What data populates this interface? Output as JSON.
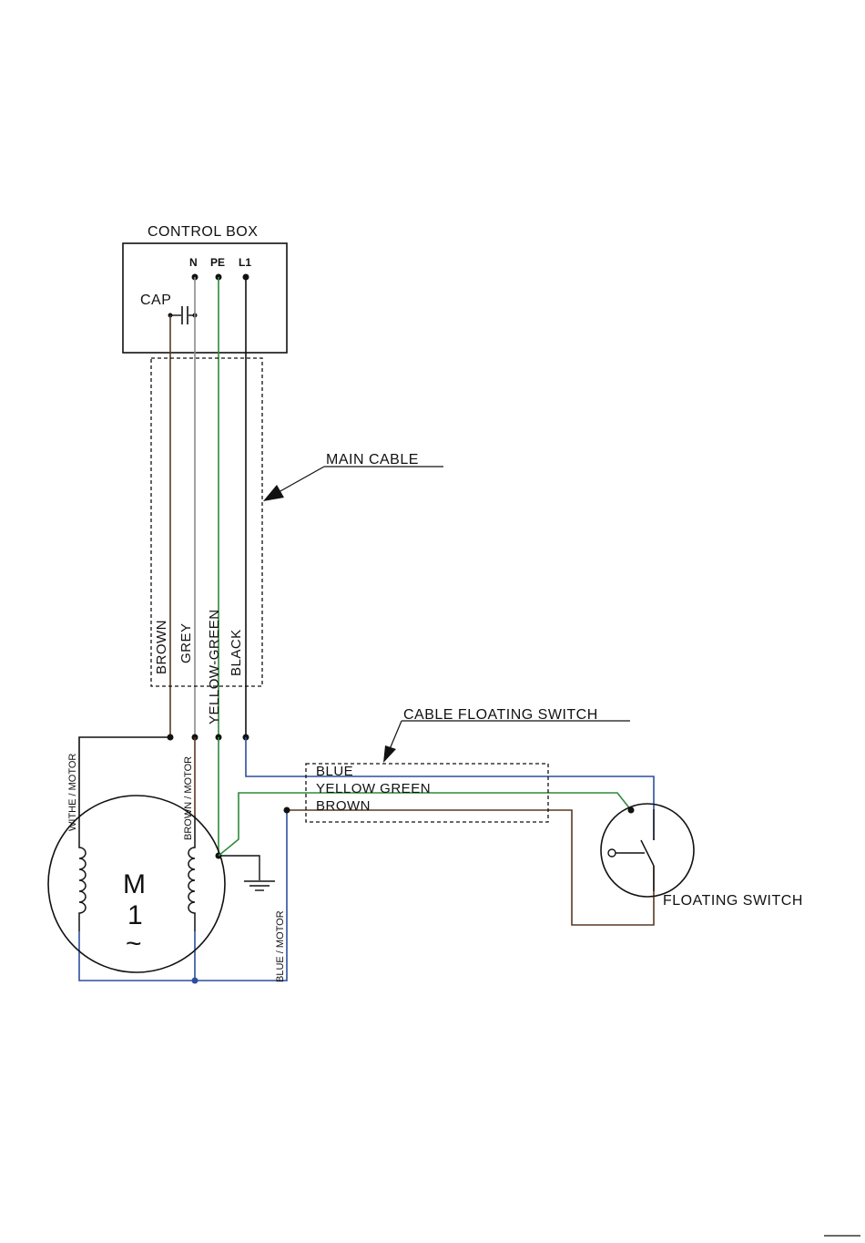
{
  "control_box": {
    "title": "CONTROL BOX",
    "terminals": {
      "n": "N",
      "pe": "PE",
      "l1": "L1"
    },
    "cap_label": "CAP"
  },
  "main_cable": {
    "label": "MAIN  CABLE",
    "wires": {
      "brown": "BROWN",
      "grey": "GREY",
      "yellow_green": "YELLOW-GREEN",
      "black": "BLACK"
    }
  },
  "motor": {
    "symbol_line1": "M",
    "symbol_line2": "1",
    "symbol_line3": "~",
    "winding_labels": {
      "withe": "WITHE / MOTOR",
      "brown": "BROWN / MOTOR",
      "blue": "BLUE / MOTOR"
    }
  },
  "floating_cable": {
    "label": "CABLE FLOATING SWITCH",
    "wires": {
      "blue": "BLUE",
      "yellow_green": "YELLOW GREEN",
      "brown": "BROWN"
    }
  },
  "floating_switch": {
    "label": "FLOATING SWITCH"
  },
  "colors": {
    "brown": "#5a3a22",
    "grey": "#8a8a8a",
    "green": "#2f8a3a",
    "black": "#111111",
    "blue": "#2d4f9e"
  }
}
